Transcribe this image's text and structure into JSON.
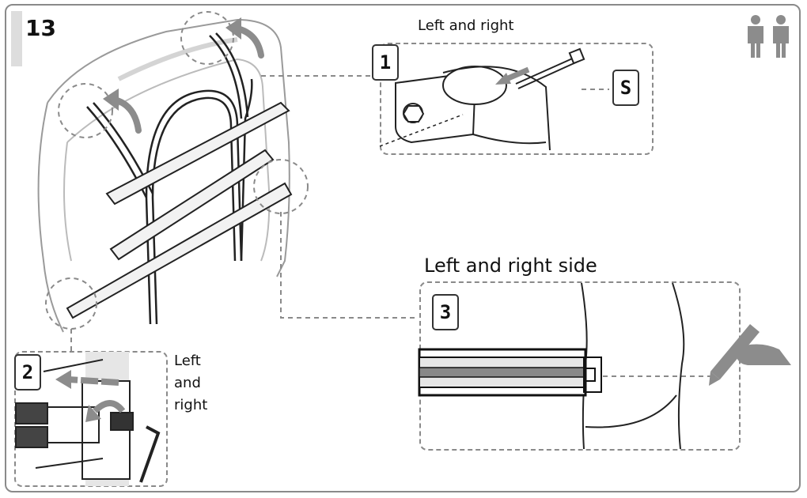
{
  "step": {
    "number": "13"
  },
  "callouts": {
    "one": {
      "badge": "1",
      "caption": "Left and right",
      "screw_badge": "S"
    },
    "two": {
      "badge": "2",
      "caption_line1": "Left",
      "caption_line2": "and",
      "caption_line3": "right"
    },
    "three": {
      "badge": "3",
      "caption": "Left and right side"
    }
  },
  "icons": [
    "two-persons-icon",
    "marker-pen-icon",
    "van-rear-with-bike-carrier-illustration"
  ],
  "colors": {
    "line": "#111111",
    "dashed": "#8a8a8a",
    "arrow": "#8c8c8c",
    "panel_gray": "#e6e6e6"
  }
}
